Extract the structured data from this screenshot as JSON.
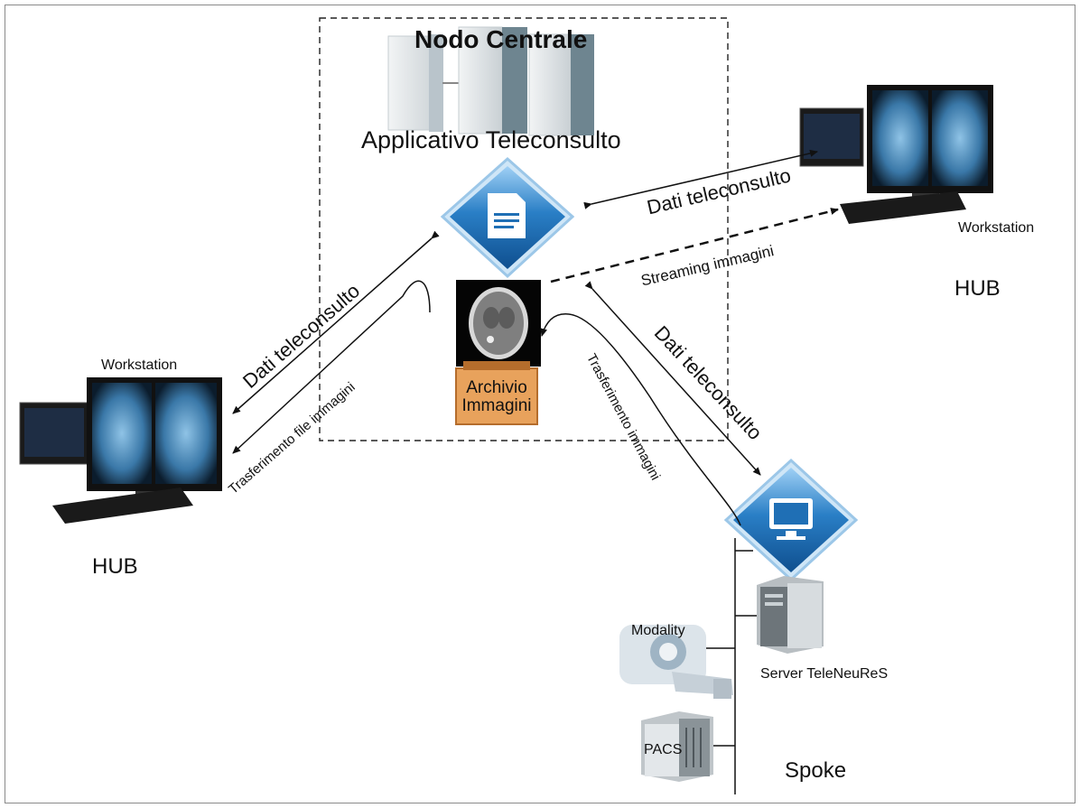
{
  "central": {
    "title": "Nodo Centrale",
    "app_label": "Applicativo Teleconsulto",
    "archive_label": "Archivio\nImmagini"
  },
  "hub_right": {
    "workstation_label": "Workstation",
    "hub_label": "HUB"
  },
  "hub_left": {
    "workstation_label": "Workstation",
    "hub_label": "HUB"
  },
  "spoke": {
    "label": "Spoke",
    "server_label": "Server TeleNeuReS",
    "modality_label": "Modality",
    "pacs_label": "PACS"
  },
  "links": {
    "right_data": "Dati teleconsulto",
    "right_streaming": "Streaming immagini",
    "left_data": "Dati teleconsulto",
    "left_transfer": "Trasferimento file immagini",
    "spoke_data": "Dati teleconsulto",
    "spoke_transfer": "Trasferimento  immagini"
  },
  "colors": {
    "diamond_blue": "#1f6fb5",
    "diamond_light": "#7fb7e6",
    "archive_orange": "#e8a25c",
    "screen_dark": "#0d1b2a",
    "scan_blue": "#4a86b8"
  }
}
